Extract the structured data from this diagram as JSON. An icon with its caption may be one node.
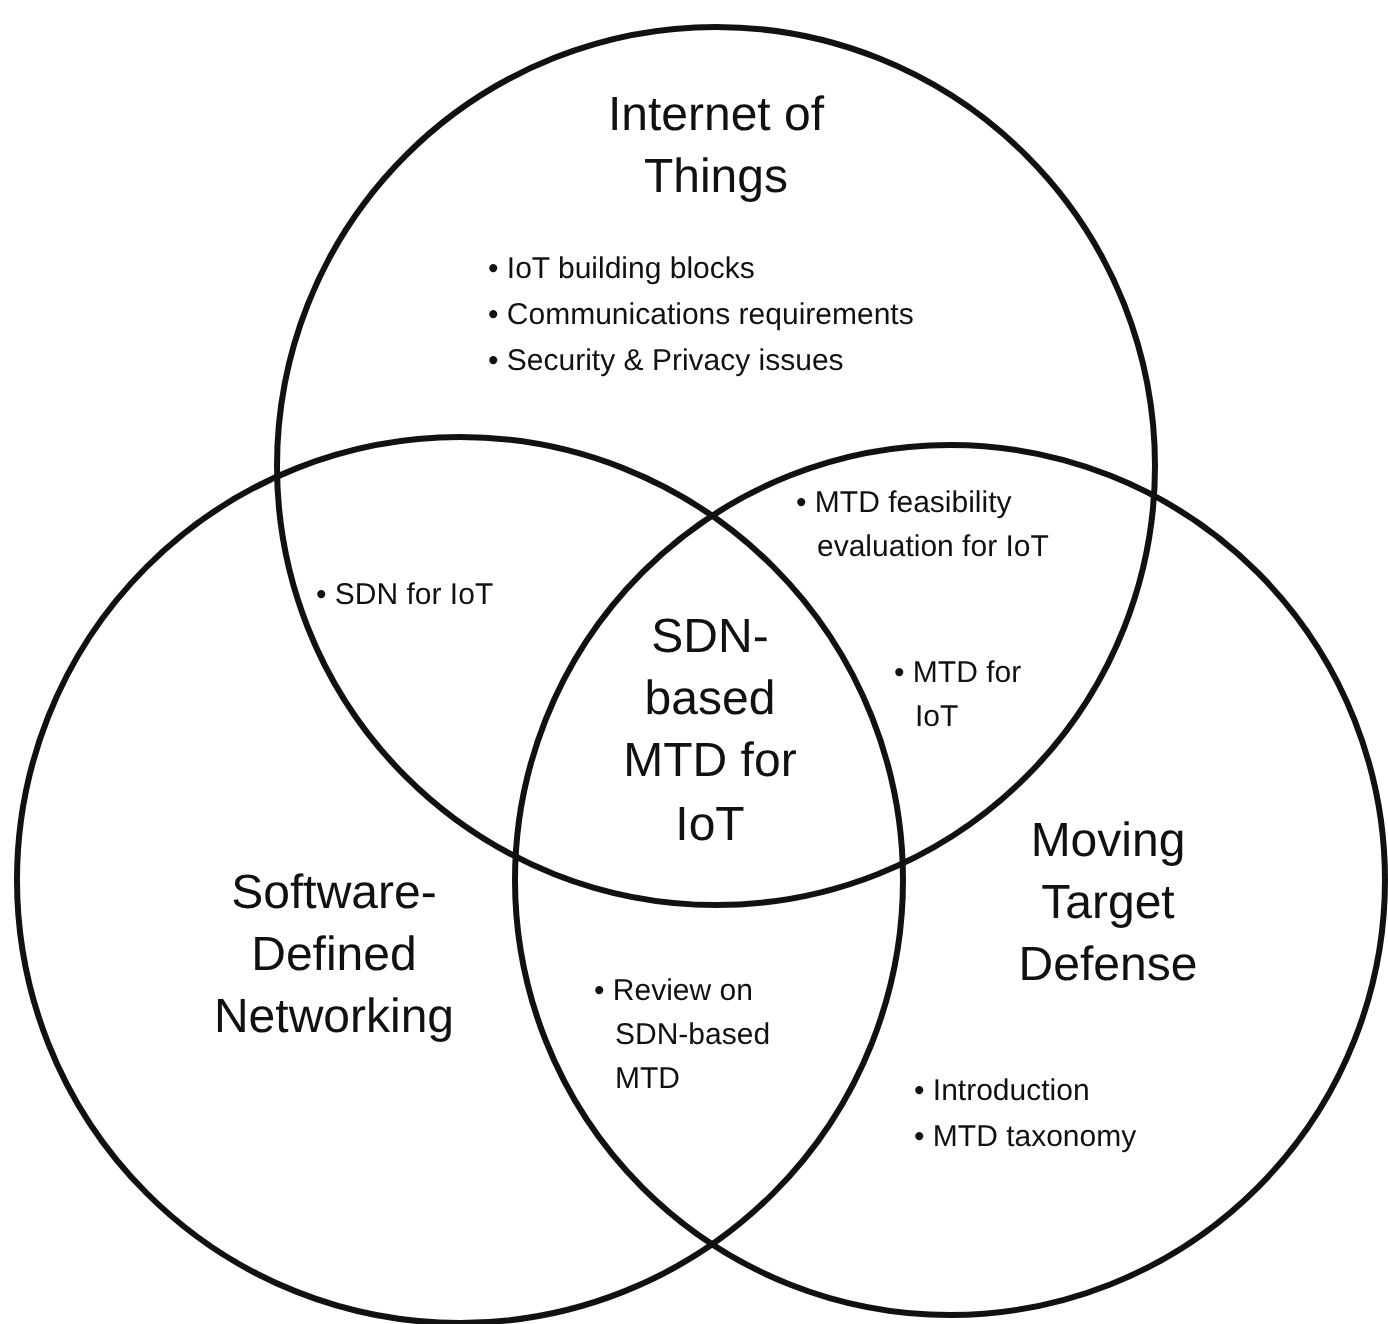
{
  "diagram": {
    "nodes": [
      {
        "text": [
          "Internet of Things",
          "• IoT building blocks",
          "• Communications requirements",
          "• Security & Privacy issues"
        ]
      },
      {
        "text": [
          "Software-Defined Networking"
        ]
      },
      {
        "text": [
          "Moving Target Defense",
          "• Introduction",
          "• MTD taxonomy"
        ]
      }
    ],
    "labels": [
      "• MTD feasibility evaluation for IoT",
      "• SDN for IoT",
      "SDN-based MTD for IoT",
      "• MTD for IoT",
      "• Review on SDN-based MTD"
    ]
  }
}
